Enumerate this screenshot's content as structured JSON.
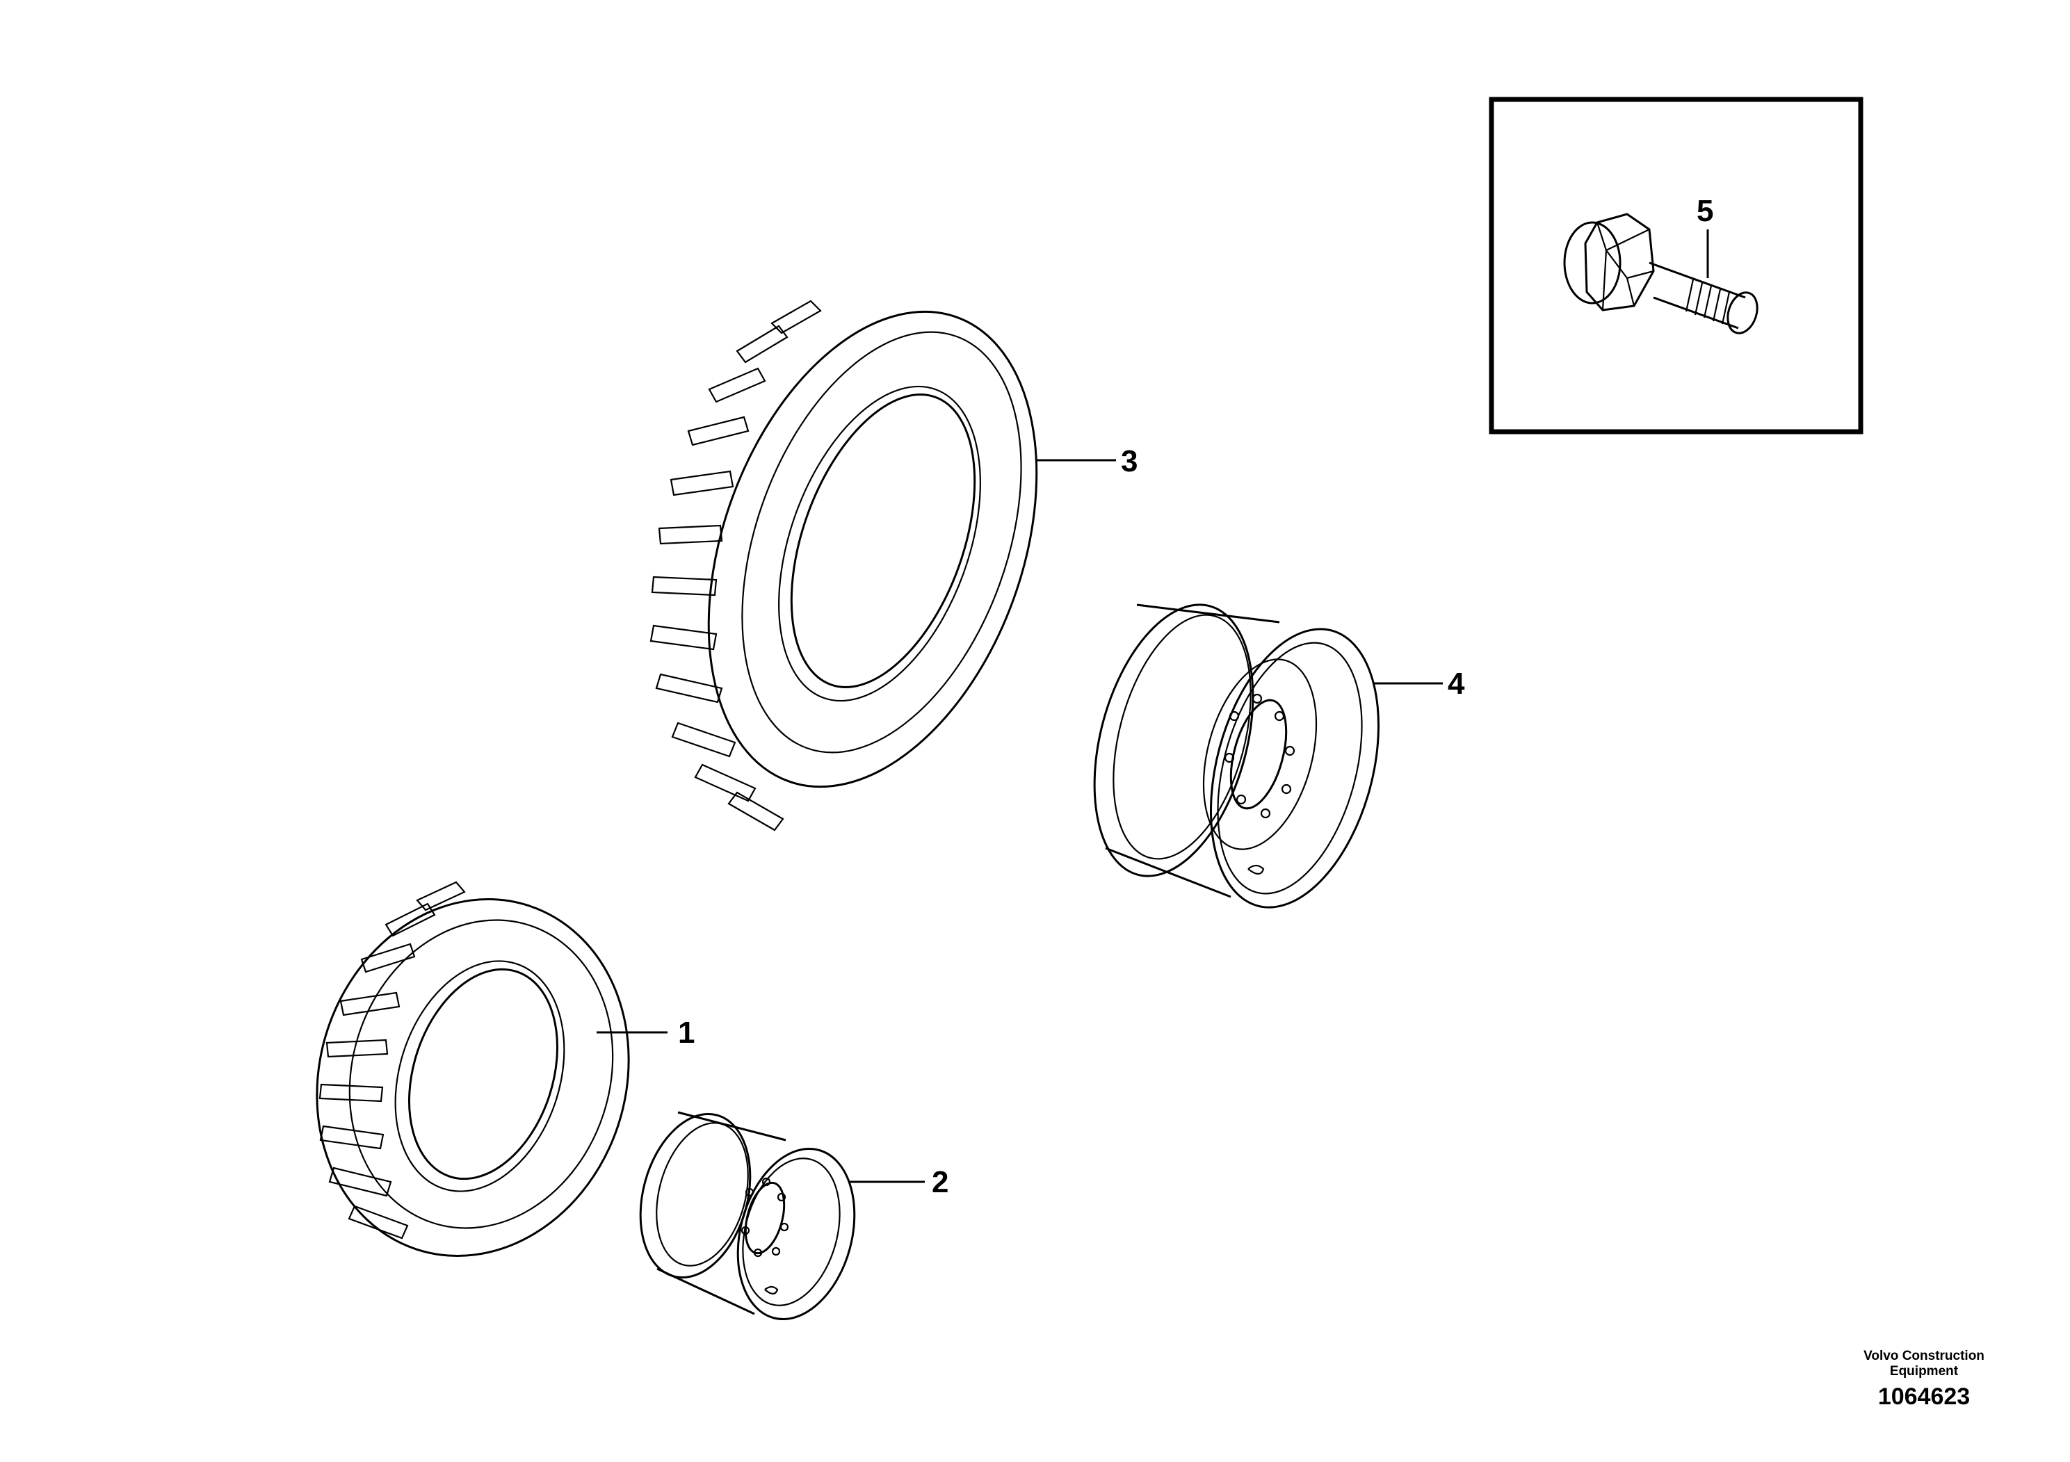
{
  "diagram": {
    "parts": [
      {
        "id": "part-1",
        "label": "1",
        "kind": "tire"
      },
      {
        "id": "part-2",
        "label": "2",
        "kind": "rim"
      },
      {
        "id": "part-3",
        "label": "3",
        "kind": "tire"
      },
      {
        "id": "part-4",
        "label": "4",
        "kind": "rim"
      },
      {
        "id": "part-5",
        "label": "5",
        "kind": "bolt"
      }
    ]
  },
  "footer": {
    "maker_line_1": "Volvo Construction",
    "maker_line_2": "Equipment",
    "drawing_number": "1064623"
  }
}
